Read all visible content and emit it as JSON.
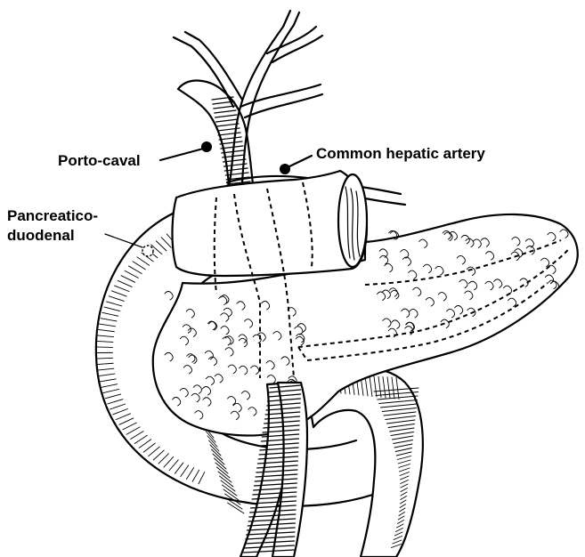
{
  "labels": {
    "porto_caval": "Porto-caval",
    "common_hepatic_artery": "Common hepatic artery",
    "pancreatico_line1": "Pancreatico-",
    "pancreatico_line2": "duodenal"
  }
}
